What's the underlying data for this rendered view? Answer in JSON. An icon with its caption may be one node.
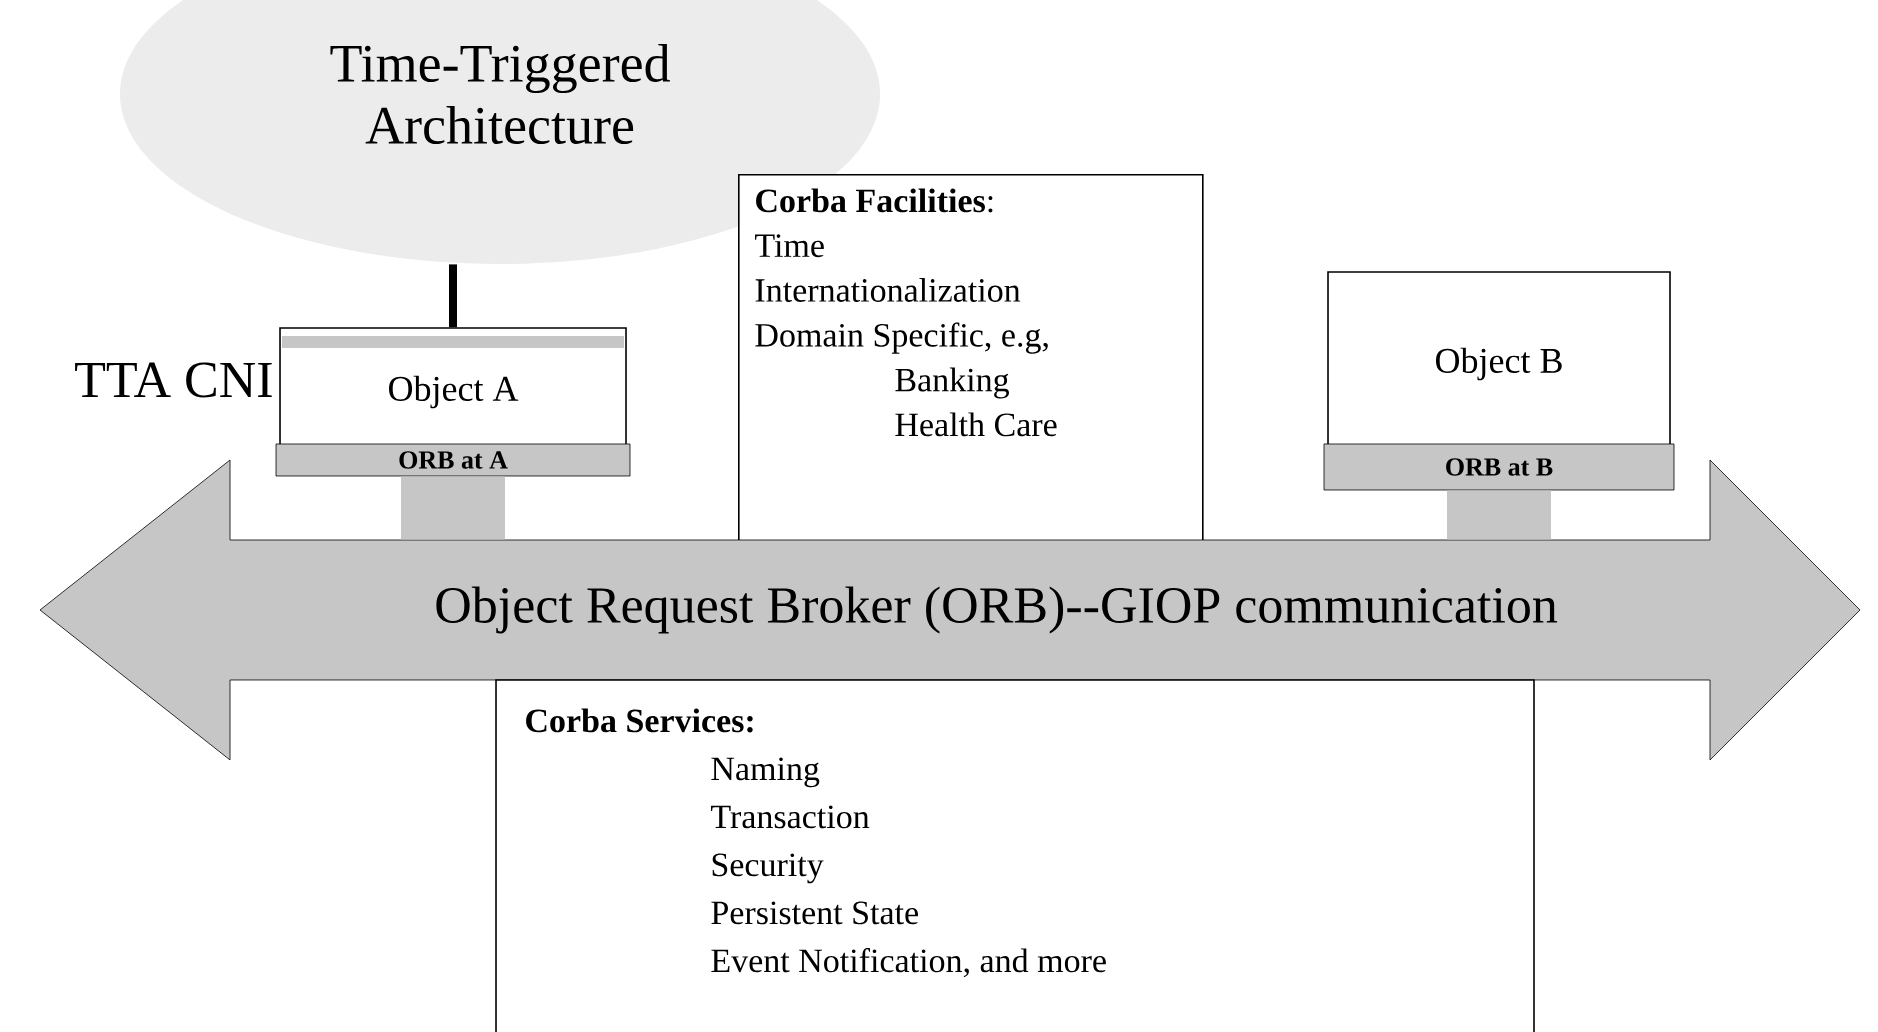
{
  "diagram": {
    "nodes": [
      {
        "text": [
          "Time-Triggered Architecture"
        ]
      },
      {
        "text": [
          "Object A"
        ],
        "beside": [
          "TTA CNI"
        ]
      },
      {
        "text": [
          "ORB at A"
        ]
      },
      {
        "text": [
          "**Corba Facilities**:",
          "Time",
          "Internationalization",
          "Domain Specific, e.g,",
          "Banking",
          "Health Care"
        ]
      },
      {
        "text": [
          "Object B"
        ]
      },
      {
        "text": [
          "ORB at B"
        ]
      },
      {
        "text": [
          "Object Request Broker (ORB)--GIOP communication"
        ]
      },
      {
        "text": [
          "Corba Services:",
          "Naming",
          "Transaction",
          "Security",
          "Persistent State",
          "Event Notification, and more"
        ]
      }
    ],
    "edges": [
      {
        "from": 0,
        "to": 1,
        "arrow": "none",
        "color": "#000000"
      },
      {
        "from": 2,
        "to": 6,
        "arrow": "none"
      },
      {
        "from": 5,
        "to": 6,
        "arrow": "none"
      }
    ]
  }
}
